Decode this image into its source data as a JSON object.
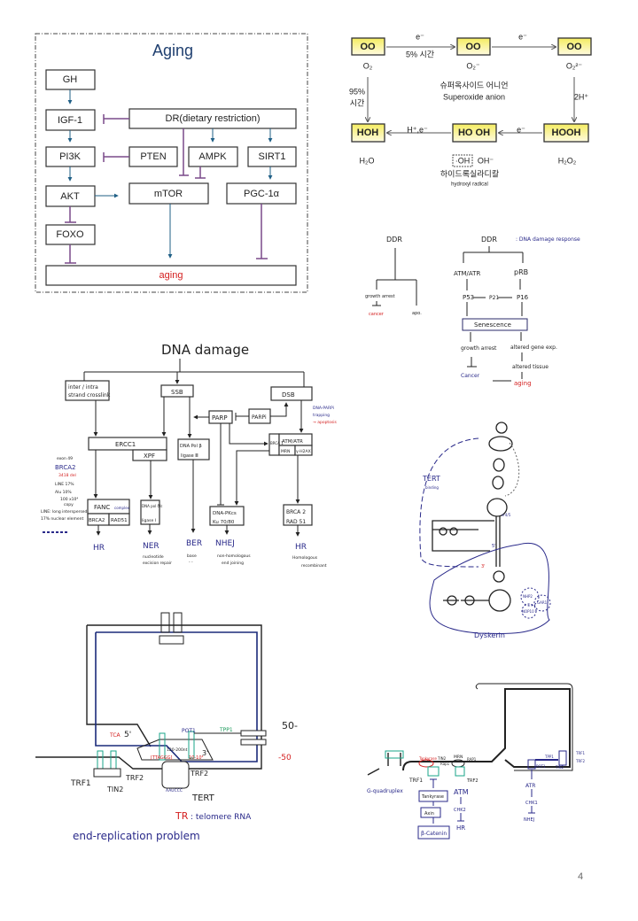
{
  "aging_diagram": {
    "title": "Aging",
    "boxes": {
      "gh": "GH",
      "igf1": "IGF-1",
      "dr": "DR(dietary restriction)",
      "pi3k": "PI3K",
      "pten": "PTEN",
      "ampk": "AMPK",
      "sirt1": "SIRT1",
      "akt": "AKT",
      "mtor": "mTOR",
      "pgc1a": "PGC-1α",
      "foxo": "FOXO",
      "aging": "aging"
    },
    "colors": {
      "activation": "#1f5f86",
      "inhibition": "#7a4a8a",
      "aging_text": "#d42020",
      "title": "#1f3f6f"
    }
  },
  "ros_diagram": {
    "o2": "O₂",
    "o2_minus": "O₂⁻",
    "o2_2minus": "O₂²⁻",
    "h2o": "H₂O",
    "h2o2": "H₂O₂",
    "mol_o2": "OO",
    "mol_o2m": "OO",
    "mol_o22m": "OO",
    "mol_hoh": "HOH",
    "mol_hooh": "HOOH",
    "mol_hooh2": "HO OH",
    "e1": "e⁻",
    "pct5": "5% 시간",
    "e2": "e⁻",
    "pct95": "95%",
    "pct95_time": "시간",
    "two_h": "2H⁺",
    "e3": "e⁻",
    "h_e": "H⁺,e⁻",
    "superoxide_ko": "슈퍼옥사이드 어니언",
    "superoxide_en": "Superoxide anion",
    "oh_radical": "·OH",
    "oh_minus": "OH⁻",
    "hydroxyl_ko": "하이드록실라디칼",
    "hydroxyl_en": "hydroxyl radical"
  },
  "ddr_diagram": {
    "left_title": "DDR",
    "left_growth_arrest": "growth arrest",
    "left_cancer": "cancer",
    "left_apo": "apo.",
    "right_title": "DDR",
    "right_subtitle": ": DNA damage response",
    "atm_atr": "ATM/ATR",
    "prb": "pRB",
    "p53": "P53",
    "p21": "P21",
    "p16": "P16",
    "senescence": "Senescence",
    "growth_arrest": "growth arrest",
    "altered_gene": "altered gene exp.",
    "altered_tissue": "altered tissue",
    "cancer": "Cancer",
    "aging": "aging"
  },
  "dna_damage_diagram": {
    "title": "DNA damage",
    "crosslink": [
      "inter / intra",
      "strand crosslink"
    ],
    "ssb": "SSB",
    "dsb": "DSB",
    "parp": "PARP",
    "parpi": "PARPi",
    "trapping": [
      "DNA-PARPi",
      "trapping",
      "→ apoptosis"
    ],
    "ercc1": "ERCC1",
    "xpf": "XPF",
    "pol_beta": "DNA Pol β",
    "ligase3": "ligase Ⅲ",
    "brca1": "BRCA 1",
    "atm_atr": "ATM/ATR",
    "mrn": "MRN",
    "h2ax": "γ-H2AX",
    "fanc": "FANC",
    "fanc_complex": "complex",
    "brca2": "BRCA2",
    "rad51": "RAD51",
    "pol_delta": "DNA pol δ/ε",
    "ligase1": "ligase Ⅰ",
    "dnapk": "DNA-PKcs",
    "ku": "Ku 70/80",
    "brca2_b": "BRCA 2",
    "rad51_b": "RAD 51",
    "outcomes": {
      "hr1": "HR",
      "ner": "NER",
      "ber": "BER",
      "nhej": "NHEJ",
      "hr2": "HR"
    },
    "outcome_desc": {
      "ner": [
        "nucleotide",
        "excision repair"
      ],
      "ber": [
        "base",
        "- -"
      ],
      "nhej": [
        "non-homologous",
        "end joining"
      ],
      "hr2": [
        "Homologous",
        "recombinant"
      ]
    },
    "notes": [
      "exon 49",
      "BRCA2",
      "3418 del",
      "LINE 17%",
      "Alu 10%",
      "100 x10⁴",
      "copy",
      "LINE: long interspersed",
      "17% nuclear element"
    ]
  },
  "telomerase_rna_diagram": {
    "tert": "TERT",
    "tert_sub": "binding",
    "dyskerin": "Dyskerin",
    "label_3p": "3'",
    "label_5p": "5'",
    "nhp2": "NHP2",
    "gar1": "GAR1",
    "nop10": "NOP10",
    "site": "cr4/5"
  },
  "end_replication_diagram": {
    "tca": "TCA",
    "five_p": "5'",
    "pot1": "POT1",
    "tpp1": "TPP1",
    "plus50": "50-",
    "minus50": "-50",
    "overhang": "120-200nt",
    "repeat": "[TTAGGG]",
    "repeat_count": "10-10⁴",
    "three_p": "3'",
    "trf1": "TRF1",
    "trf2_left": "TRF2",
    "tin2": "TIN2",
    "trf2_right": "TRF2",
    "template": "AAUCCC",
    "tert": "TERT",
    "tr": "TR",
    "tr_desc": ": telomere RNA",
    "caption": "end-replication problem"
  },
  "shelterin_diagram": {
    "g_quadruplex": "G-quadruplex",
    "trf1": "TRF1",
    "tankyrase_red": "Tankyrase",
    "tin2": "TIN2",
    "rap1": "Rap1",
    "tankyrase": "Tankyrase",
    "axin": "Axin",
    "beta_catenin": "β-Catenin",
    "mrn": "MRN",
    "rap1b": "RAP1",
    "trf2": "TRF2",
    "atm": "ATM",
    "chk2": "CHK2",
    "hr": "HR",
    "pot1": "POT1",
    "tpp1": "TPP1",
    "trf1_r": "TRF1",
    "trf2_r": "TRF2",
    "tin2_r": "TIN2",
    "atr": "ATR",
    "chk1": "CHK1",
    "nhej": "NHEJ"
  },
  "page_number": "4"
}
